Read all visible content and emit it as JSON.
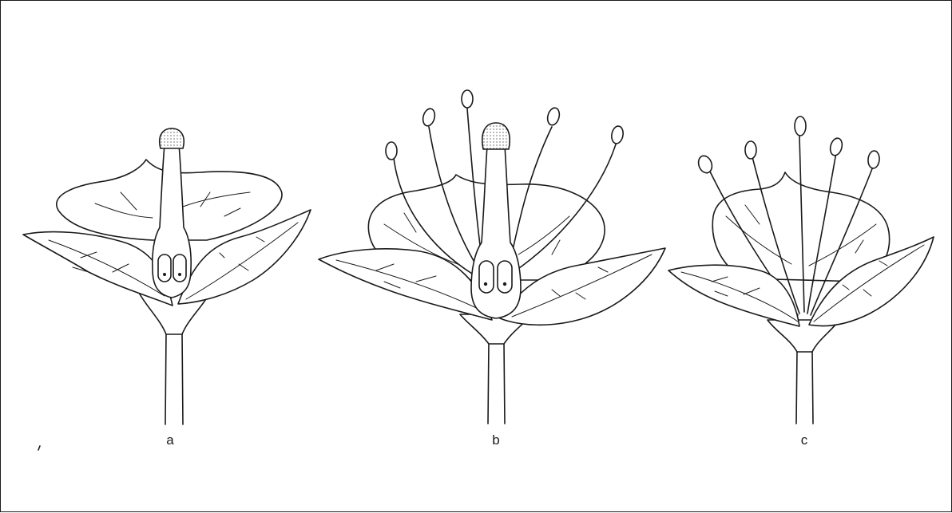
{
  "figure": {
    "panels": [
      {
        "id": "a",
        "label": "a",
        "has_pistil": true,
        "has_stamens": false
      },
      {
        "id": "b",
        "label": "b",
        "has_pistil": true,
        "has_stamens": true
      },
      {
        "id": "c",
        "label": "c",
        "has_pistil": false,
        "has_stamens": true
      }
    ]
  }
}
